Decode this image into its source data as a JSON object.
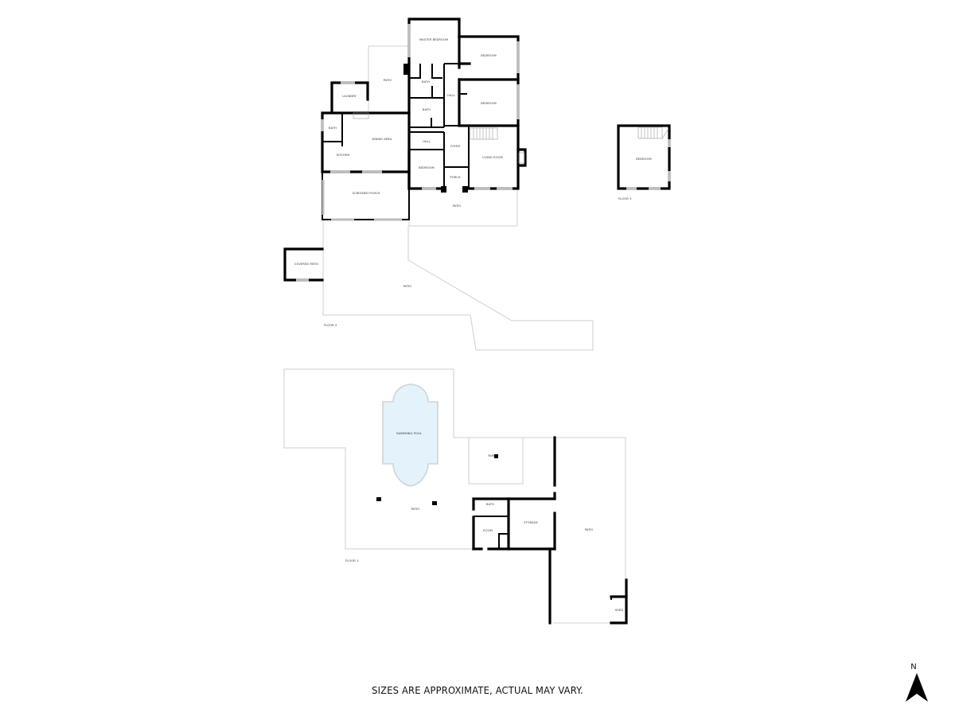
{
  "floor_plan": {
    "floor_2": {
      "label": "FLOOR 2",
      "rooms": {
        "master_bedroom": "MASTER BEDROOM",
        "bedroom_ne": "BEDROOM",
        "bedroom_e": "BEDROOM",
        "patio_n": "PATIO",
        "laundry": "LAUNDRY",
        "bath_1": "BATH",
        "bath_2": "BATH",
        "hall_1": "HALL",
        "bath_3": "BATH",
        "dining_area": "DINING AREA",
        "kitchen": "KITCHEN",
        "hall_2": "HALL",
        "foyer": "FOYER",
        "living_room": "LIVING ROOM",
        "bedroom_s": "BEDROOM",
        "porch": "PORCH",
        "screened_porch": "SCREENED PORCH",
        "patio_s": "PATIO",
        "covered_patio": "COVERED PATIO",
        "patio_large": "PATIO"
      }
    },
    "floor_3": {
      "label": "FLOOR 3",
      "rooms": {
        "bedroom": "BEDROOM"
      }
    },
    "floor_1": {
      "label": "FLOOR 1",
      "rooms": {
        "swimming_pool": "SWIMMING POOL",
        "yard": "YARD",
        "patio_main": "PATIO",
        "bath": "BATH",
        "room": "ROOM",
        "storage": "STORAGE",
        "patio_east": "PATIO",
        "shed": "SHED"
      }
    },
    "colors": {
      "wall": "#000000",
      "outline": "#cfcfcf",
      "pool_fill": "#e4f2fb",
      "window": "#bdbdbd"
    }
  },
  "footer": {
    "disclaimer": "SIZES ARE APPROXIMATE, ACTUAL MAY VARY.",
    "compass_label": "N",
    "compass_icon": "north-arrow-icon"
  }
}
